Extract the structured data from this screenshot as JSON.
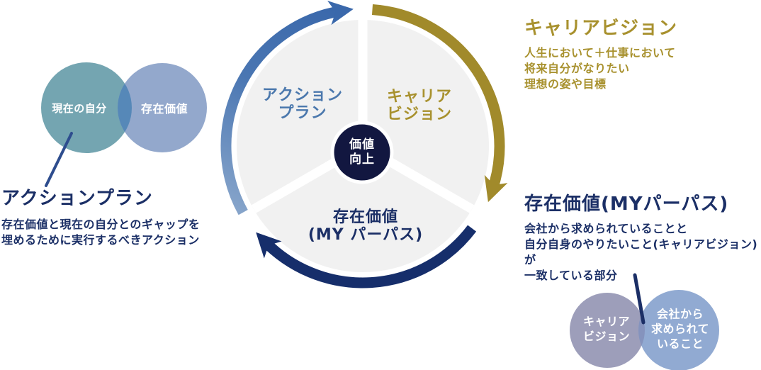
{
  "left_venn": {
    "circle_a_label": "現在の自分",
    "circle_b_label": "存在価値"
  },
  "action_plan": {
    "title": "アクションプラン",
    "description_lines": [
      "存在価値と現在の自分とのギャップを",
      "埋めるために実行するべきアクション"
    ]
  },
  "cycle": {
    "segments": [
      {
        "name": "action-plan",
        "label_lines": [
          "アクション",
          "プラン"
        ]
      },
      {
        "name": "career-vision",
        "label_lines": [
          "キャリア",
          "ビジョン"
        ]
      },
      {
        "name": "purpose",
        "label_lines": [
          "存在価値",
          "(MY パーパス)"
        ]
      }
    ],
    "center_label_lines": [
      "価値",
      "向上"
    ]
  },
  "career_vision": {
    "title": "キャリアビジョン",
    "description_lines": [
      "人生において＋仕事において",
      "将来自分がなりたい",
      "理想の姿や目標"
    ]
  },
  "purpose": {
    "title": "存在価値(MYパーパス)",
    "description_lines": [
      "会社から求められていることと",
      "自分自身のやりたいこと(キャリアビジョン)が",
      "一致している部分"
    ]
  },
  "right_venn": {
    "circle_a_label_lines": [
      "キャリア",
      "ビジョン"
    ],
    "circle_b_label_lines": [
      "会社から",
      "求められて",
      "いること"
    ]
  },
  "colors": {
    "navy_text": "#1b2f66",
    "gold_text": "#a8912e",
    "blue_segment_text": "#4b78ad",
    "blue_arc_dark": "#3a68ab",
    "blue_arc_light": "#86a4ca",
    "gold_arc": "#a18a2b",
    "navy_arc": "#162e6b",
    "hub_circle": "#121740",
    "segment_fill": "#f1f1f1",
    "teal_circle": "#74a5b1",
    "periwinkle_circle": "#93a8cc",
    "left_overlap": "#5688b8",
    "lavender_circle": "#9d9eba",
    "steelblue_circle": "#91aad2",
    "right_overlap": "#8593bd"
  }
}
